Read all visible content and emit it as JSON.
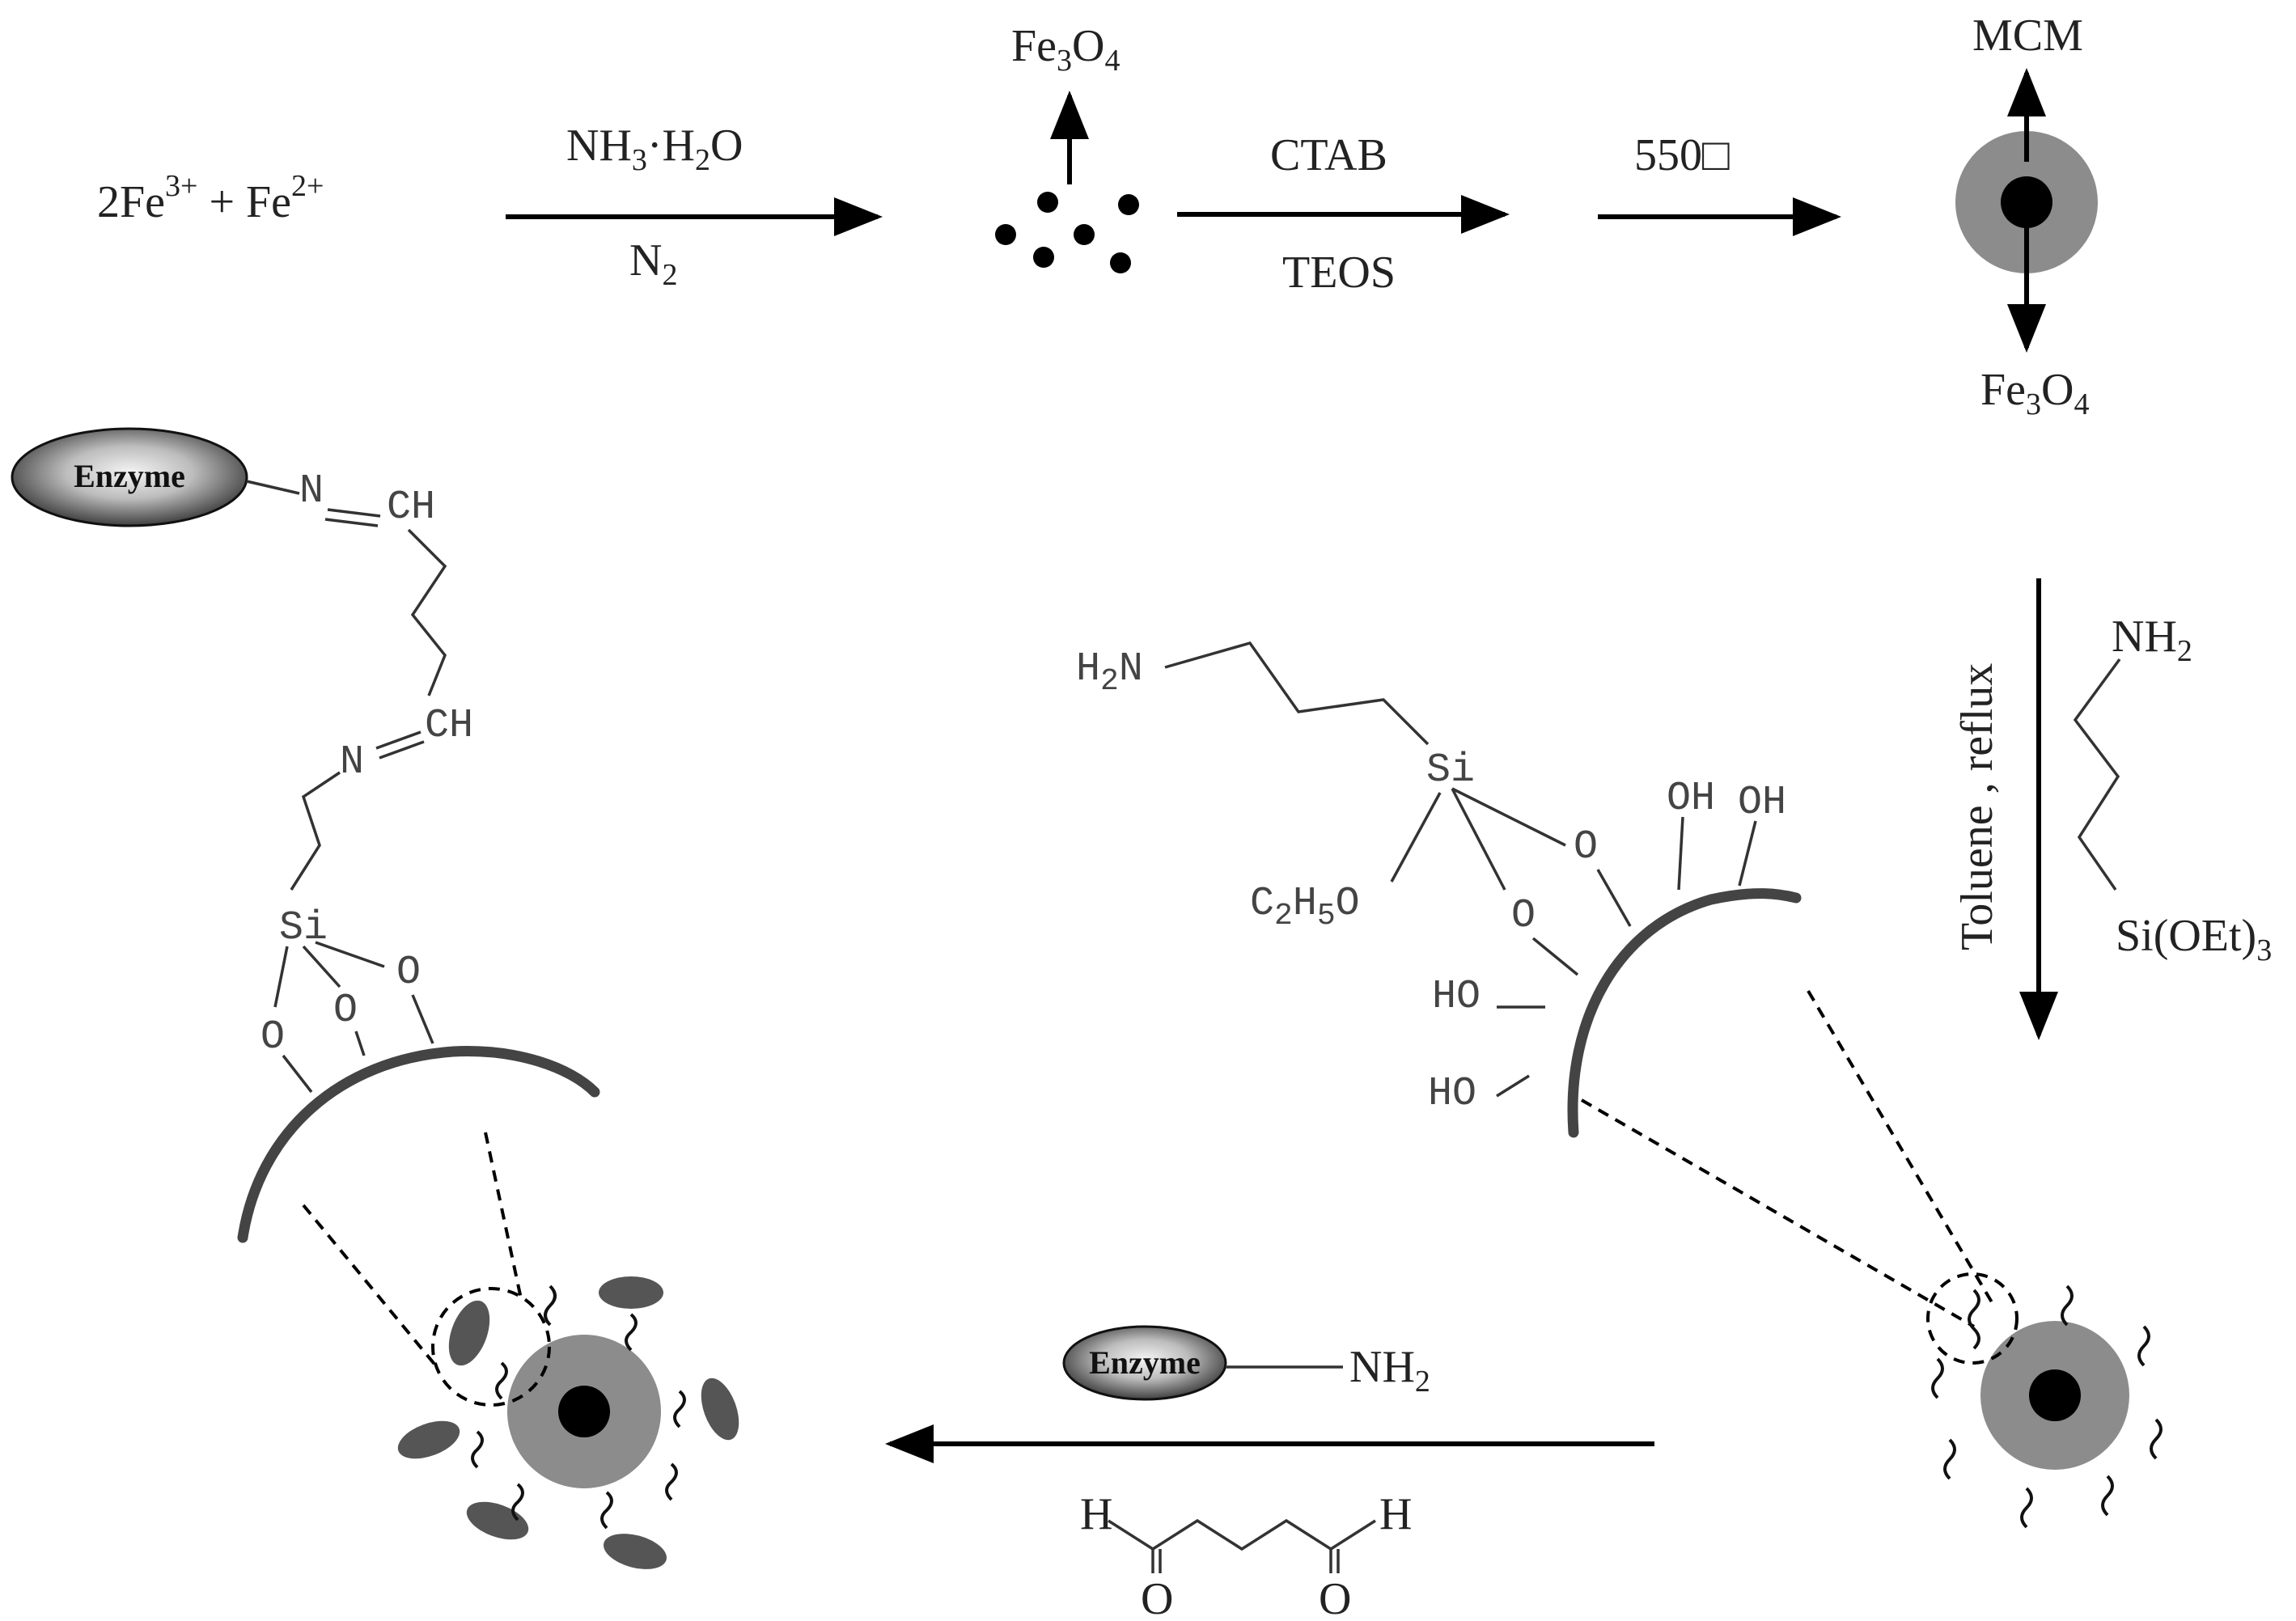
{
  "reactants": {
    "coef": "2Fe",
    "fe3_charge": "3+",
    "plus": "+",
    "fe2": "Fe",
    "fe2_charge": "2+"
  },
  "step1": {
    "top": {
      "a": "NH",
      "a_sub": "3",
      "b": "·H",
      "b_sub": "2",
      "c": "O"
    },
    "bottom": {
      "a": "N",
      "a_sub": "2"
    }
  },
  "nanoparticle_label": {
    "a": "Fe",
    "a_sub": "3",
    "b": "O",
    "b_sub": "4"
  },
  "step2": {
    "top": "CTAB",
    "bottom": "TEOS"
  },
  "step3": {
    "top": "550□"
  },
  "core_shell": {
    "shell_label": "MCM",
    "core_label": {
      "a": "Fe",
      "a_sub": "3",
      "b": "O",
      "b_sub": "4"
    }
  },
  "step4": {
    "side": "Toluene , reflux",
    "reagent": {
      "top": "NH",
      "top_sub": "2",
      "bottom": "Si(OEt)",
      "bottom_sub": "3"
    }
  },
  "amino_surface": {
    "h2n": {
      "a": "H",
      "a_sub": "2",
      "b": "N"
    },
    "si": "Si",
    "ethoxy": {
      "a": "C",
      "a_sub": "2",
      "b": "H",
      "b_sub": "5",
      "c": "O"
    },
    "o": "O",
    "oh": "OH",
    "ho": "HO"
  },
  "step5": {
    "enzyme": "Enzyme",
    "enzyme_group": {
      "a": "NH",
      "a_sub": "2"
    },
    "aldehyde_h": "H",
    "aldehyde_o": "O"
  },
  "immobilized": {
    "enzyme": "Enzyme",
    "n": "N",
    "ch": "CH",
    "si": "Si",
    "o": "O"
  },
  "colors": {
    "shell": "#8c8c8c",
    "core": "#000000",
    "enzyme_dark": "#333333",
    "enzyme_light": "#f0f0f0",
    "surface_arc": "#444444"
  }
}
